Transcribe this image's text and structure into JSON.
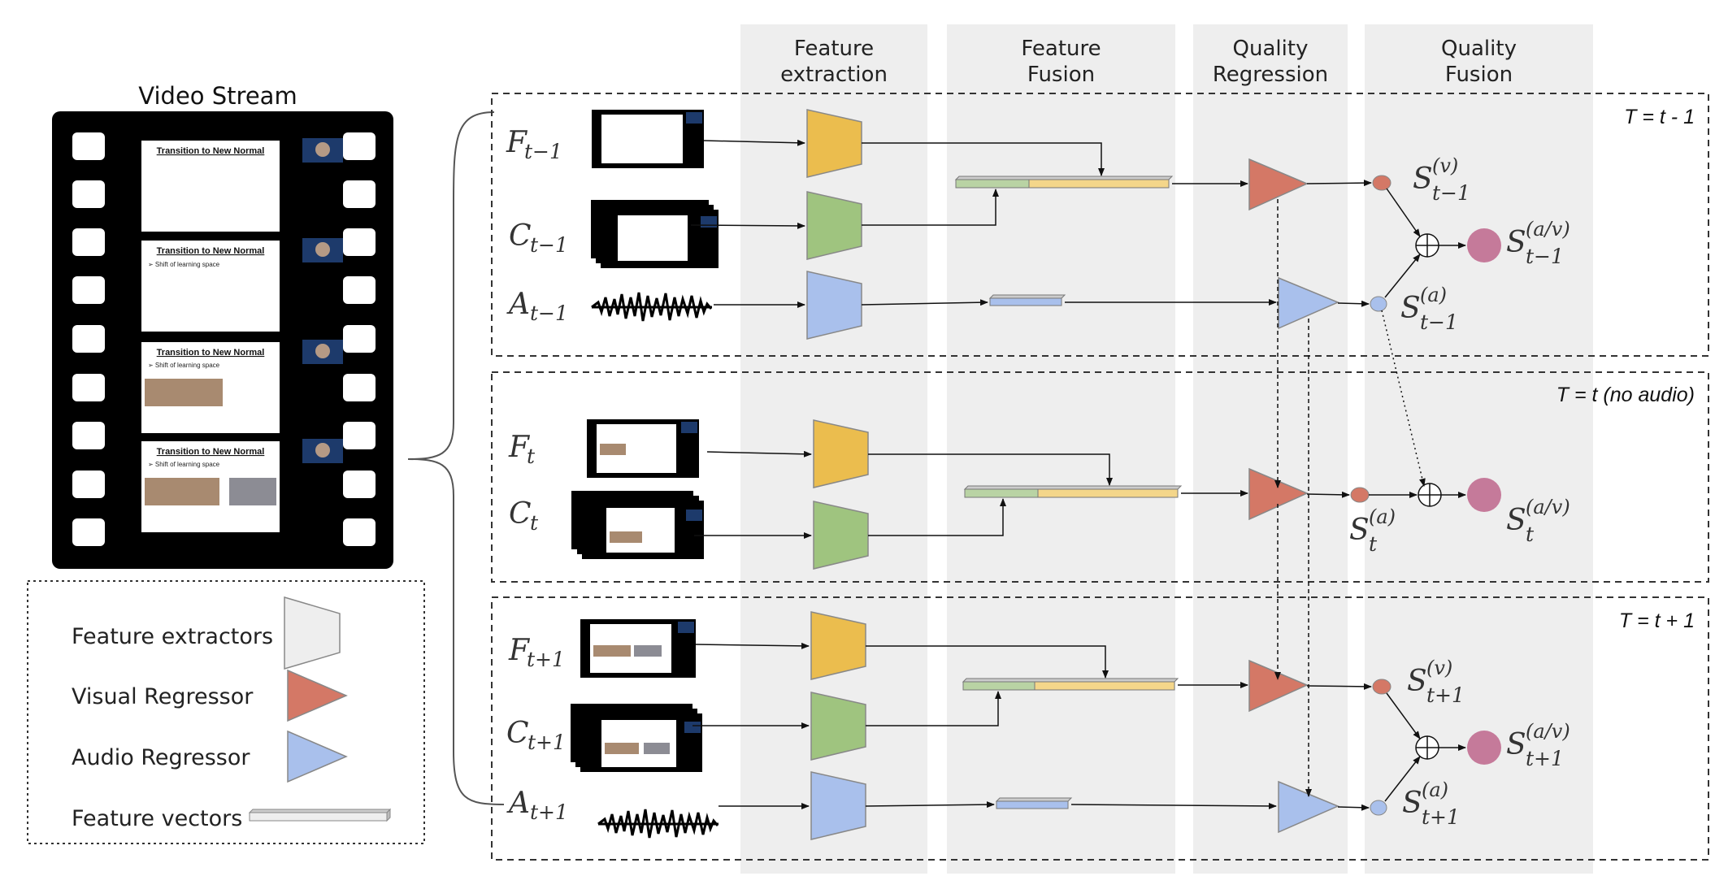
{
  "columns": [
    {
      "line1": "Feature",
      "line2": "extraction"
    },
    {
      "line1": "Feature",
      "line2": "Fusion"
    },
    {
      "line1": "Quality",
      "line2": "Regression"
    },
    {
      "line1": "Quality",
      "line2": "Fusion"
    }
  ],
  "video_stream": {
    "title": "Video Stream",
    "slide_title": "Transition to New Normal",
    "slide_bullet": "➢ Shift of learning space"
  },
  "legend": {
    "feature_extractors": "Feature extractors",
    "visual_regressor": "Visual Regressor",
    "audio_regressor": "Audio Regressor",
    "feature_vectors": "Feature vectors"
  },
  "time_steps": [
    {
      "label": "T = t - 1",
      "frame": "F",
      "clip": "C",
      "audio": "A",
      "sub": "t−1",
      "score_v": "S",
      "score_v_sup": "(v)",
      "score_a": "S",
      "score_a_sup": "(a)",
      "score_av": "S",
      "score_av_sup": "(a/v)"
    },
    {
      "label": "T = t (no audio)",
      "frame": "F",
      "clip": "C",
      "sub": "t",
      "score_a": "S",
      "score_a_sup": "(a)",
      "score_av": "S",
      "score_av_sup": "(a/v)"
    },
    {
      "label": "T = t + 1",
      "frame": "F",
      "clip": "C",
      "audio": "A",
      "sub": "t+1",
      "score_v": "S",
      "score_v_sup": "(v)",
      "score_a": "S",
      "score_a_sup": "(a)",
      "score_av": "S",
      "score_av_sup": "(a/v)"
    }
  ],
  "colors": {
    "frame_extractor": "#ebbd4e",
    "clip_extractor": "#9fc47f",
    "audio_extractor": "#a9c0ec",
    "visual_regressor": "#d47866",
    "audio_regressor": "#a9c0ec",
    "fused_score": "#c57a9a",
    "column_band": "#eeeeee"
  },
  "symbols": {
    "plus": "⊕"
  }
}
